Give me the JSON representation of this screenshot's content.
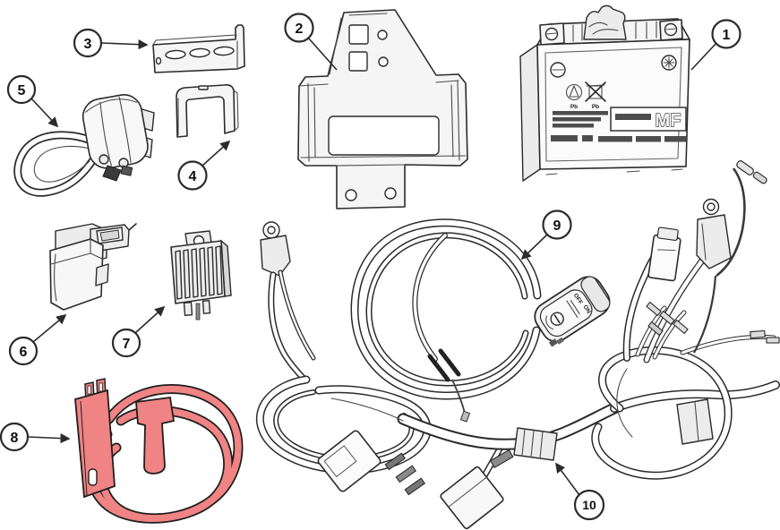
{
  "diagram": {
    "type": "exploded-parts-diagram",
    "subject": "motorcycle-electrical-system",
    "background_color": "#ffffff",
    "line_color": "#2b2b2b",
    "highlight_color": "#f08383"
  },
  "callouts": [
    {
      "number": "1",
      "part": "battery"
    },
    {
      "number": "2",
      "part": "battery-mount-bracket"
    },
    {
      "number": "3",
      "part": "l-bracket"
    },
    {
      "number": "4",
      "part": "u-bracket"
    },
    {
      "number": "5",
      "part": "starter-relay"
    },
    {
      "number": "6",
      "part": "cdi-unit"
    },
    {
      "number": "7",
      "part": "regulator-rectifier"
    },
    {
      "number": "8",
      "part": "ignition-coil-highlighted"
    },
    {
      "number": "9",
      "part": "ignition-switch-with-cable"
    },
    {
      "number": "10",
      "part": "wiring-harness"
    }
  ],
  "battery": {
    "label": "MF",
    "pb_label": "Pb"
  },
  "ignition_switch": {
    "markings": [
      "OFF",
      "ON"
    ]
  }
}
